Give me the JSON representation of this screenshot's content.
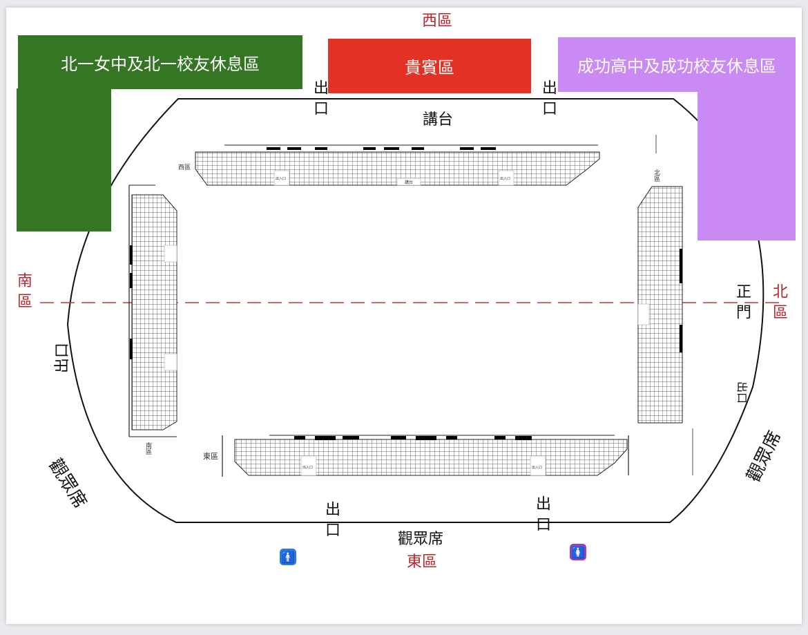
{
  "zones": {
    "west_top": "西區",
    "south": "南區",
    "north": "北區",
    "east": "東區"
  },
  "rest_areas": {
    "north_first_girls": {
      "label": "北一女中及北一校友休息區",
      "color": "#357625"
    },
    "vip": {
      "label": "貴賓區",
      "color": "#e33125"
    },
    "chenggong": {
      "label": "成功高中及成功校友休息區",
      "color": "#c98af4"
    }
  },
  "stage": "講台",
  "main_gate": "正門",
  "exits": {
    "top_left": "出口",
    "top_right": "出口",
    "left": "出口",
    "right": "出口",
    "bottom_left": "出口",
    "bottom_right": "出口"
  },
  "audience": {
    "left": "觀眾席",
    "right": "觀眾席",
    "bottom": "觀眾席"
  },
  "seat_blocks": {
    "west_label": "西區",
    "south_label": "南區",
    "north_label": "北區",
    "east_label": "東區",
    "stage_small": "講台",
    "entrance_small": "出入口"
  },
  "icons": {
    "men_restroom": {
      "name": "men-restroom-icon",
      "color": "#2a7ae2"
    },
    "women_restroom": {
      "name": "women-restroom-icon",
      "color": "#9b3fc6"
    }
  }
}
